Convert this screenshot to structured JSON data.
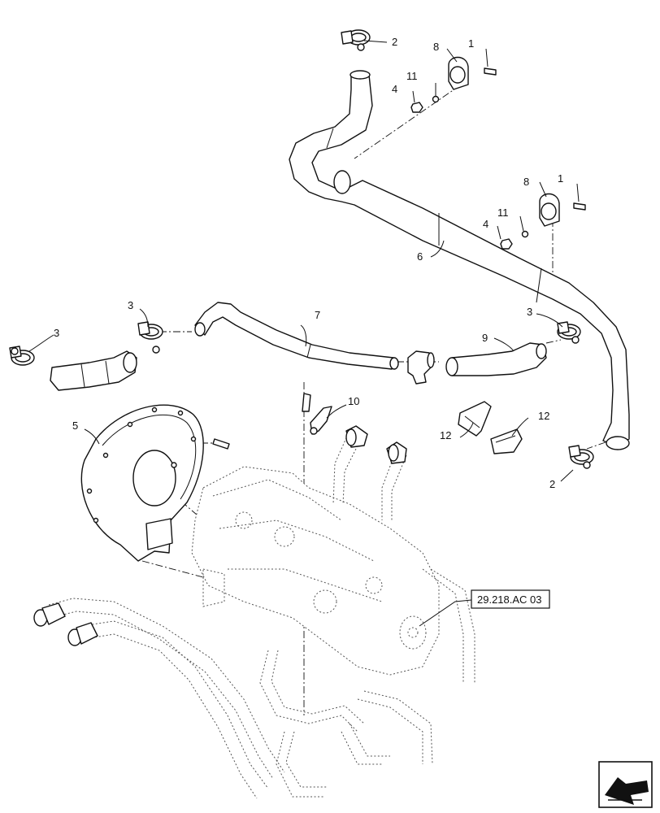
{
  "callouts": {
    "c1a": "1",
    "c1b": "1",
    "c2a": "2",
    "c2b": "2",
    "c3a": "3",
    "c3b": "3",
    "c3c": "3",
    "c4a": "4",
    "c4b": "4",
    "c5": "5",
    "c6": "6",
    "c7": "7",
    "c8a": "8",
    "c8b": "8",
    "c9": "9",
    "c10": "10",
    "c11a": "11",
    "c11b": "11",
    "c12a": "12",
    "c12b": "12"
  },
  "reference": {
    "label": "29.218.AC 03"
  },
  "nav_icon": "back-arrow-icon"
}
